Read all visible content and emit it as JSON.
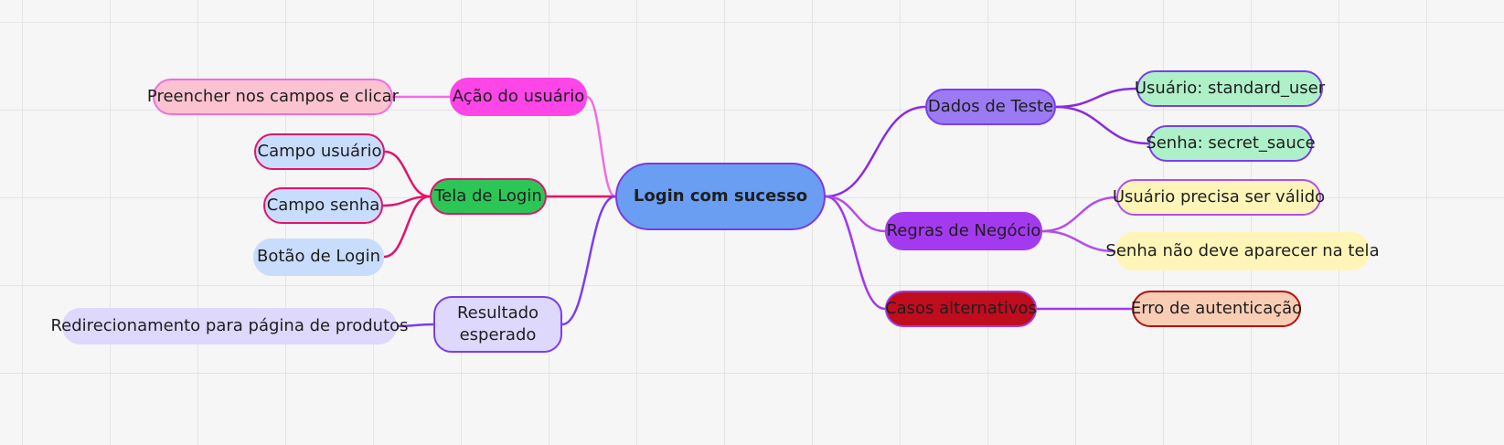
{
  "diagram": {
    "root": {
      "label": "Login com sucesso",
      "fill": "#6a9ef3",
      "stroke": "#7a3ae0"
    },
    "branches": [
      {
        "label": "Dados de Teste",
        "side": "right",
        "fill": "#9b7af3",
        "stroke": "#7b3df0",
        "edge": "#8a2be2",
        "children": [
          {
            "label": "Usuário: standard_user",
            "fill": "#aef0c8",
            "stroke": "#7b3df0"
          },
          {
            "label": "Senha: secret_sauce",
            "fill": "#aef0c8",
            "stroke": "#7b3df0"
          }
        ]
      },
      {
        "label": "Regras de Negócio",
        "side": "right",
        "fill": "#a43af0",
        "stroke": "#a43af0",
        "edge": "#b34df0",
        "children": [
          {
            "label": "Usuário precisa ser válido",
            "fill": "#fff5b8",
            "stroke": "#b34df0"
          },
          {
            "label": "Senha não deve aparecer na tela",
            "fill": "#fff5b8",
            "stroke": "#fff5b8"
          }
        ]
      },
      {
        "label": "Casos alternativos",
        "side": "right",
        "fill": "#c00d1e",
        "stroke": "#a03af0",
        "edge": "#a03af0",
        "children": [
          {
            "label": "Erro de autenticação",
            "fill": "#f9cdb4",
            "stroke": "#b80f0f"
          }
        ]
      },
      {
        "label": "Ação do usuário",
        "side": "left",
        "fill": "#fd45e8",
        "stroke": "#fd45e8",
        "edge": "#f26de0",
        "children": [
          {
            "label": "Preencher nos campos e clicar",
            "fill": "#fbc3cf",
            "stroke": "#f26de0"
          }
        ]
      },
      {
        "label": "Tela de Login",
        "side": "left",
        "fill": "#2bc656",
        "stroke": "#e4126b",
        "edge": "#e4126b",
        "children": [
          {
            "label": "Campo usuário",
            "fill": "#c8dcfb",
            "stroke": "#e4126b"
          },
          {
            "label": "Campo senha",
            "fill": "#c8dcfb",
            "stroke": "#e4126b"
          },
          {
            "label": "Botão de Login",
            "fill": "#c8dcfb",
            "stroke": "#c8dcfb"
          }
        ]
      },
      {
        "label": "Resultado esperado",
        "side": "left",
        "fill": "#ddd8fc",
        "stroke": "#7b3df0",
        "edge": "#7b3df0",
        "children": [
          {
            "label": "Redirecionamento para página de produtos",
            "fill": "#ddd8fc",
            "stroke": "#ddd8fc"
          }
        ]
      }
    ]
  }
}
